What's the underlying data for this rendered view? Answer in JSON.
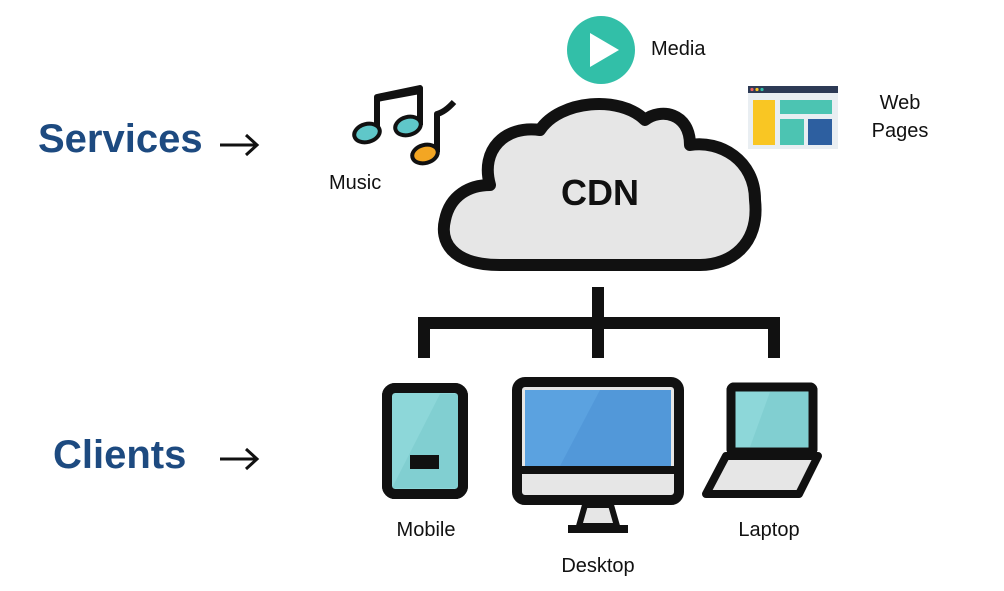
{
  "side_labels": {
    "services": "Services",
    "clients": "Clients"
  },
  "cloud": {
    "label": "CDN"
  },
  "services": {
    "media": "Media",
    "music": "Music",
    "web_pages_line1": "Web",
    "web_pages_line2": "Pages"
  },
  "clients": {
    "mobile": "Mobile",
    "desktop": "Desktop",
    "laptop": "Laptop"
  },
  "colors": {
    "label_blue": "#1d4a80",
    "teal": "#32bfa8",
    "screen_blue": "#5ba2e0",
    "screen_cyan": "#8dd7d9",
    "cloud_fill": "#e6e6e6",
    "outline": "#111111",
    "note_orange": "#f3a623",
    "page_yellow": "#f9c623",
    "page_navy": "#2d3a55"
  },
  "icons": [
    "play-icon",
    "music-notes-icon",
    "web-page-icon",
    "cloud-icon",
    "mobile-icon",
    "desktop-icon",
    "laptop-icon",
    "arrow-right-icon"
  ]
}
